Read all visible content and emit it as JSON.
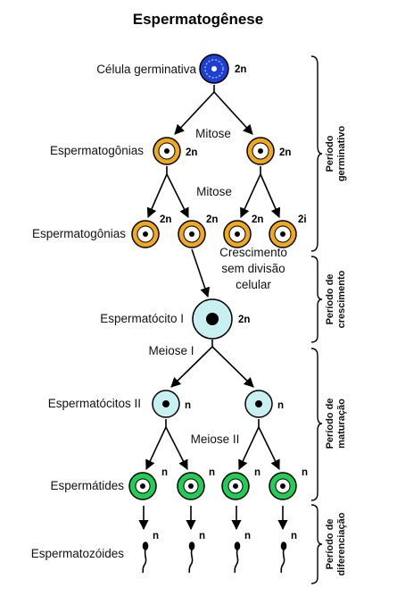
{
  "title": "Espermatogênese",
  "stages": {
    "germ_cell": "Célula germinativa",
    "spermatogonia_1": "Espermatogônias",
    "spermatogonia_2": "Espermatogônias",
    "primary_spermatocyte": "Espermatócito I",
    "secondary_spermatocytes": "Espermatócitos II",
    "spermatids": "Espermátides",
    "spermatozoa": "Espermatozóides"
  },
  "processes": {
    "mitosis_1": "Mitose",
    "mitosis_2": "Mitose",
    "growth_line1": "Crescimento",
    "growth_line2": "sem divisão",
    "growth_line3": "celular",
    "meiosis_1": "Meiose I",
    "meiosis_2": "Meiose II"
  },
  "ploidy": {
    "diploid": "2n",
    "diploid_cut": "2i",
    "haploid": "n"
  },
  "periods": {
    "germinative_1": "Período",
    "germinative_2": "germinativo",
    "growth_1": "Período de",
    "growth_2": "crescimento",
    "maturation_1": "Período de",
    "maturation_2": "maturação",
    "differentiation_1": "Período de",
    "differentiation_2": "diferenciação"
  },
  "colors": {
    "germ_cell": "#1e3fcf",
    "spermatogonia": "#f0a81e",
    "primary_spermatocyte": "#c8f0f0",
    "secondary_spermatocyte": "#c8f0f0",
    "spermatid": "#22cc55",
    "nucleus": "#000000",
    "line": "#000000"
  }
}
